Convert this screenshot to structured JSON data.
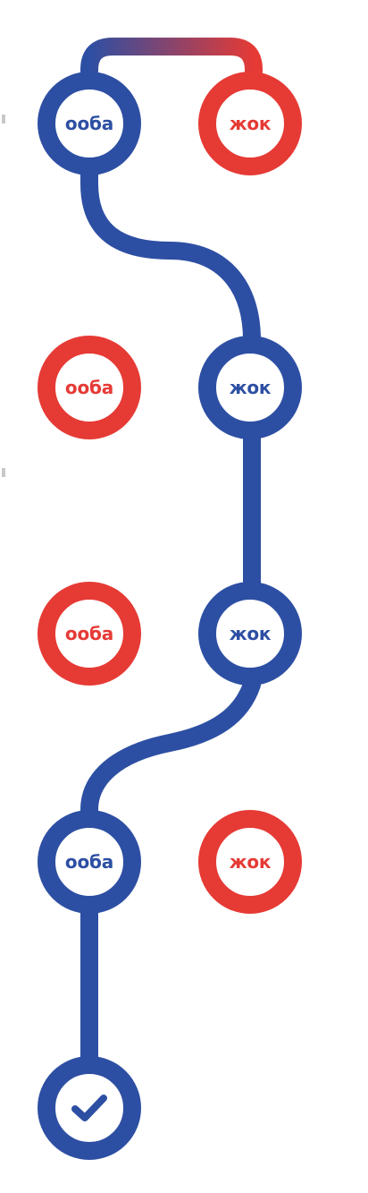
{
  "colors": {
    "selected": "#2d4fa3",
    "unselected": "#e63a35",
    "background": "#ffffff"
  },
  "rows": [
    {
      "left": {
        "label": "ооба",
        "state": "selected"
      },
      "right": {
        "label": "жок",
        "state": "unselected"
      }
    },
    {
      "left": {
        "label": "ооба",
        "state": "unselected"
      },
      "right": {
        "label": "жок",
        "state": "selected"
      }
    },
    {
      "left": {
        "label": "ооба",
        "state": "unselected"
      },
      "right": {
        "label": "жок",
        "state": "selected"
      }
    },
    {
      "left": {
        "label": "ооба",
        "state": "selected"
      },
      "right": {
        "label": "жок",
        "state": "unselected"
      }
    }
  ],
  "finish": {
    "icon": "checkmark-icon"
  }
}
